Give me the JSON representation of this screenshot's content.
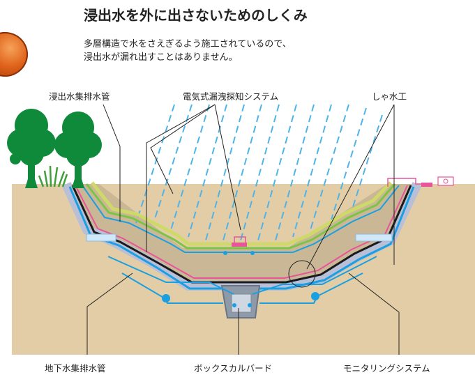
{
  "header": {
    "title": "浸出水を外に出さないためのしくみ",
    "description_line1": "多層構造で水をさえぎるよう施工されているので、",
    "description_line2": "浸出水が漏れ出すことはありません。"
  },
  "labels": {
    "leachate_pipe": "浸出水集排水管",
    "leak_detection": "電気式漏洩探知システム",
    "water_barrier": "しゃ水工",
    "groundwater_pipe": "地下水集排水管",
    "box_culvert": "ボックスカルバード",
    "monitoring": "モニタリングシステム"
  },
  "colors": {
    "soil": "#e2cda6",
    "waste": "#c9b796",
    "rain": "#4fb3e8",
    "pipe_blue": "#1aa0e0",
    "leak_pink": "#e8549a",
    "liner_green": "#7cc444",
    "liner_yellow": "#cfd96a",
    "liner_black": "#1a1a1a",
    "tree_green": "#0f8a3a",
    "badge_orange": "#e0641b"
  }
}
